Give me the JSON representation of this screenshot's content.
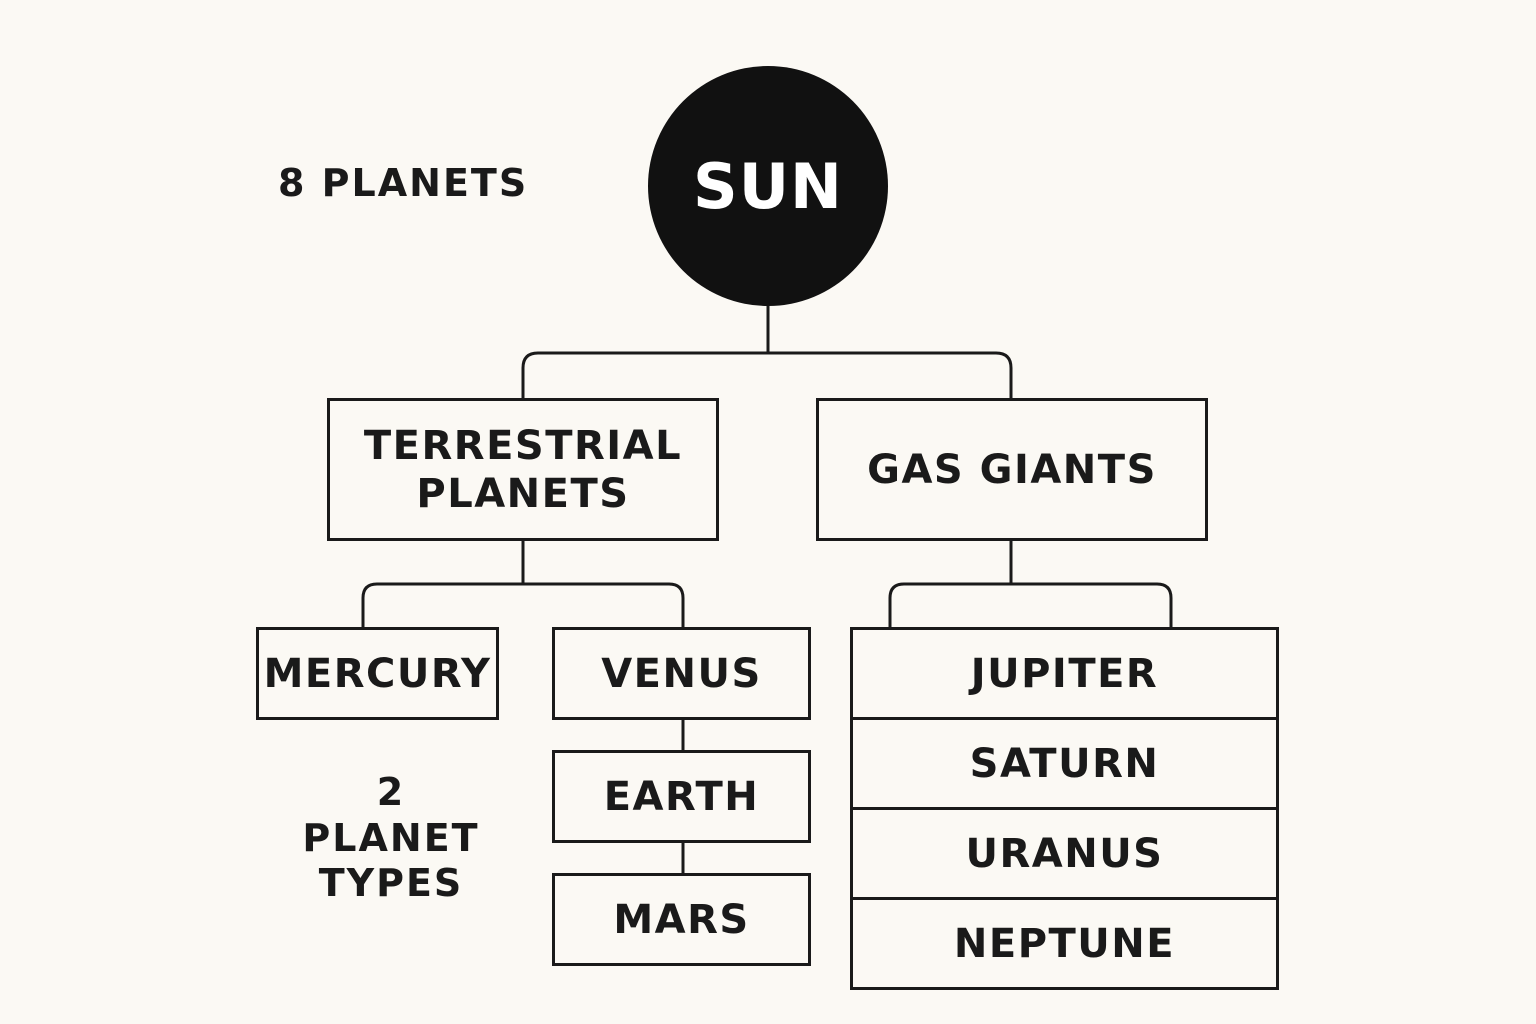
{
  "diagram": {
    "root": {
      "label": "SUN"
    },
    "notes": {
      "planet_count": "8 PLANETS",
      "planet_types_line1": "2 PLANET",
      "planet_types_line2": "TYPES"
    },
    "categories": [
      {
        "line1": "TERRESTRIAL",
        "line2": "PLANETS",
        "planets": [
          "MERCURY",
          "VENUS",
          "EARTH",
          "MARS"
        ]
      },
      {
        "line1": "GAS GIANTS",
        "planets": [
          "JUPITER",
          "SATURN",
          "URANUS",
          "NEPTUNE"
        ]
      }
    ],
    "colors": {
      "background": "#fbf9f4",
      "ink": "#1a1a1a",
      "sun_fill": "#111111",
      "sun_text": "#ffffff"
    }
  }
}
